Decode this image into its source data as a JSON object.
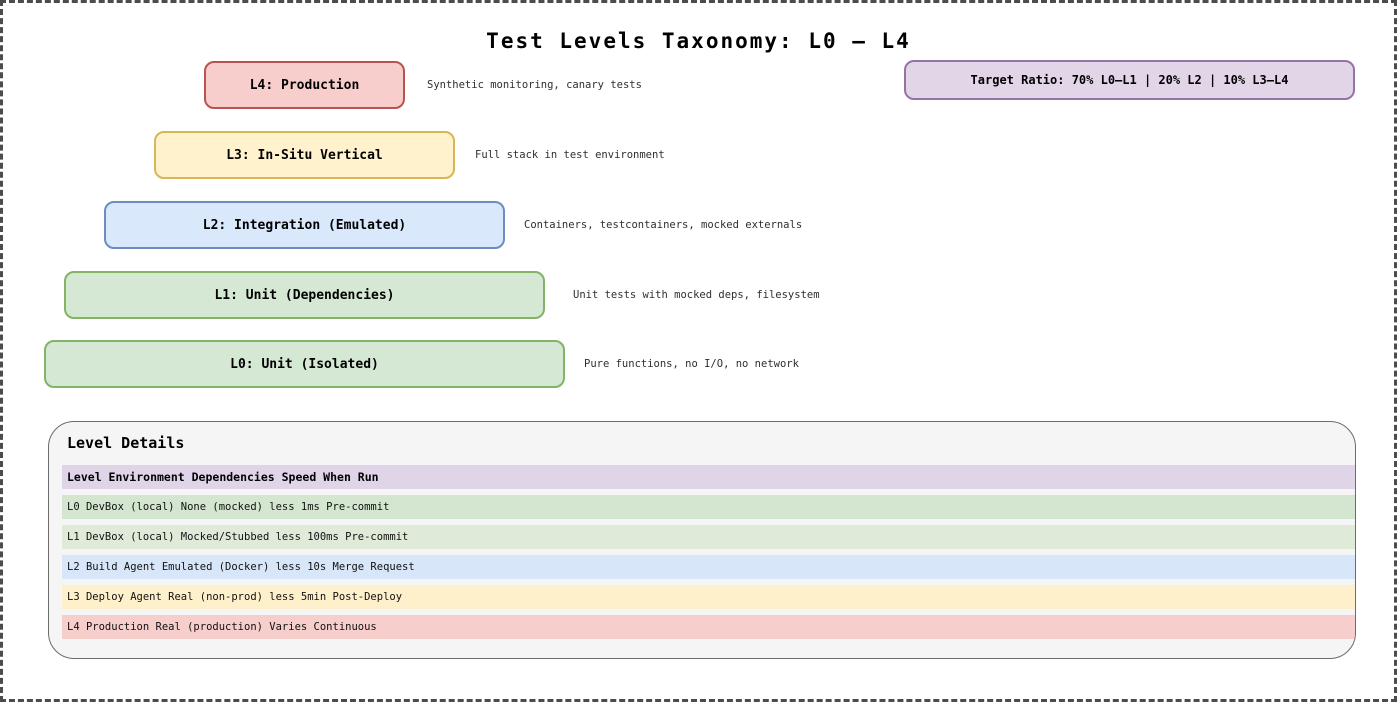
{
  "title": "Test Levels Taxonomy: L0 – L4",
  "badge": {
    "label": "Target Ratio: 70% L0–L1 | 20% L2 | 10% L3–L4",
    "fill": "#e1d5e7",
    "border": "#9673a6"
  },
  "pyramid": {
    "levels": [
      {
        "id": "L4",
        "label": "L4: Production",
        "annotation": "Synthetic monitoring, canary tests",
        "fill": "#f8cecc",
        "border": "#b85450"
      },
      {
        "id": "L3",
        "label": "L3: In-Situ Vertical",
        "annotation": "Full stack in test environment",
        "fill": "#fff2cc",
        "border": "#d6b656"
      },
      {
        "id": "L2",
        "label": "L2: Integration (Emulated)",
        "annotation": "Containers, testcontainers, mocked externals",
        "fill": "#dae8fc",
        "border": "#6c8ebf"
      },
      {
        "id": "L1",
        "label": "L1: Unit (Dependencies)",
        "annotation": "Unit tests with mocked deps, filesystem",
        "fill": "#d5e8d4",
        "border": "#82b366"
      },
      {
        "id": "L0",
        "label": "L0: Unit (Isolated)",
        "annotation": "Pure functions, no I/O, no network",
        "fill": "#d5e8d4",
        "border": "#82b366"
      }
    ]
  },
  "details": {
    "heading": "Level Details",
    "header": {
      "text": "Level Environment Dependencies Speed When Run",
      "fill": "#e0d4e8"
    },
    "rows": [
      {
        "text": "L0 DevBox (local) None (mocked) less 1ms Pre-commit",
        "fill": "#d4e6cf"
      },
      {
        "text": "L1 DevBox (local) Mocked/Stubbed less 100ms Pre-commit",
        "fill": "#dfead9"
      },
      {
        "text": "L2 Build Agent Emulated (Docker) less 10s Merge Request",
        "fill": "#d8e6f9"
      },
      {
        "text": "L3 Deploy Agent Real (non-prod) less 5min Post-Deploy",
        "fill": "#fdf0cb"
      },
      {
        "text": "L4 Production Real (production) Varies Continuous",
        "fill": "#f6cecb"
      }
    ]
  }
}
